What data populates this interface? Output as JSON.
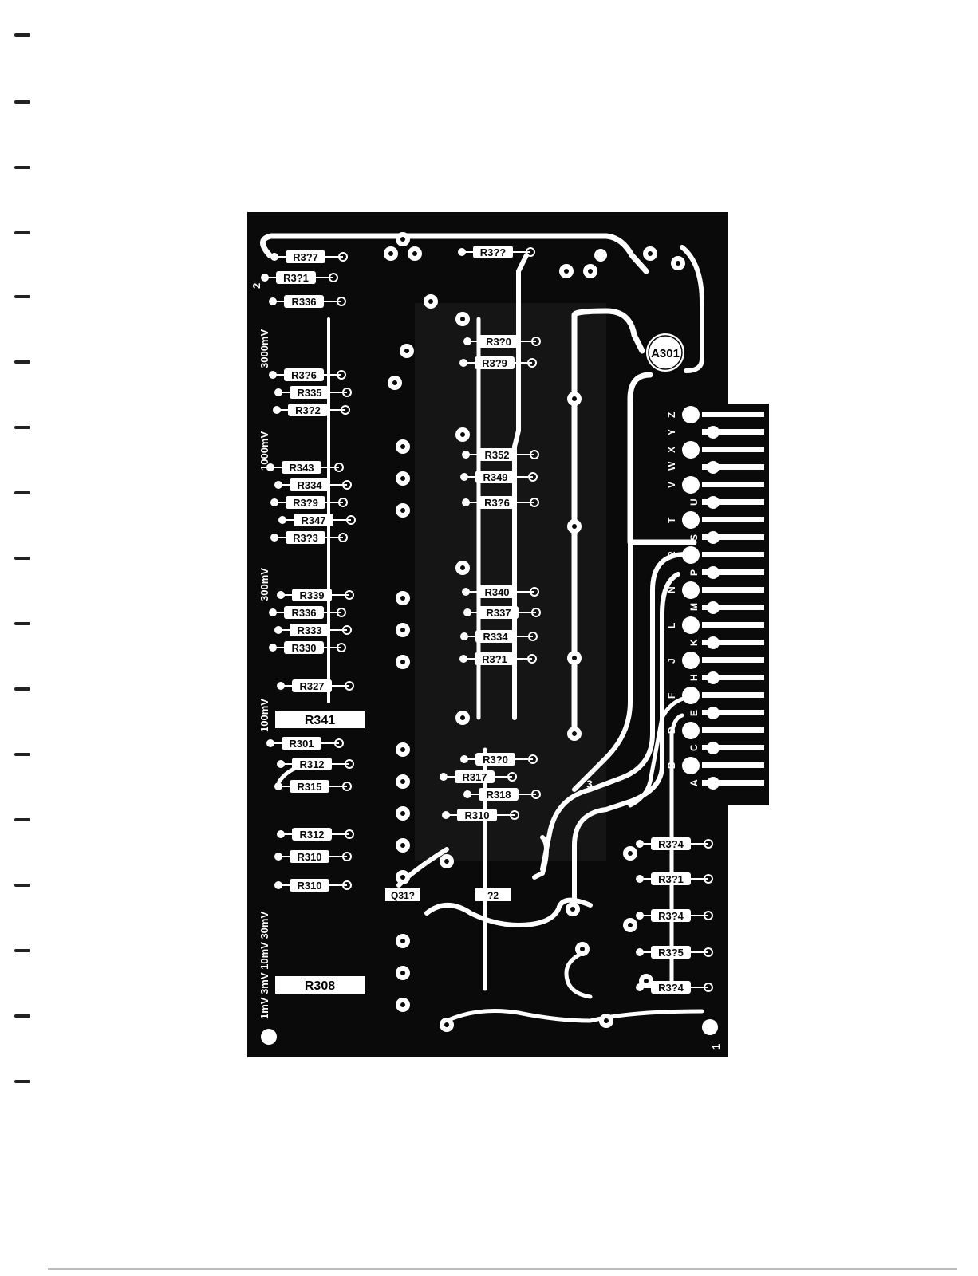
{
  "board": {
    "range_labels": [
      "3000mV",
      "1000mV",
      "300mV",
      "100mV",
      "1mV 3mV 10mV 30mV"
    ],
    "edge_number_left": "2",
    "edge_number_right": "1",
    "component_labels": {
      "a301": "A301",
      "r341": "R341",
      "r308": "R308",
      "q_label": "3"
    },
    "left_resistors": [
      "R3?7",
      "R3?1",
      "R336",
      "R3?6",
      "R335",
      "R3?2",
      "R343",
      "R334",
      "R3?9",
      "R347",
      "R3?3",
      "R339",
      "R336",
      "R333",
      "R330",
      "R327",
      "R301",
      "R312",
      "R315",
      "R312",
      "R310",
      "R310"
    ],
    "center_resistors": [
      "R3??",
      "R3?0",
      "R3?9",
      "R352",
      "R349",
      "R3?6",
      "R340",
      "R337",
      "R334",
      "R3?1",
      "R3?0",
      "R317",
      "R318",
      "R310"
    ],
    "right_resistors": [
      "R3?4",
      "R3?1",
      "R3?4",
      "R3?5",
      "R3?4"
    ],
    "small_labels": [
      "Q31?",
      "?2"
    ],
    "connector_pins": [
      "Z",
      "Y",
      "X",
      "W",
      "V",
      "U",
      "T",
      "S",
      "R",
      "P",
      "N",
      "M",
      "L",
      "K",
      "J",
      "H",
      "F",
      "E",
      "D",
      "C",
      "B",
      "A"
    ],
    "colors": {
      "board": "#0a0a0a",
      "trace": "#ffffff",
      "page": "#ffffff"
    }
  }
}
